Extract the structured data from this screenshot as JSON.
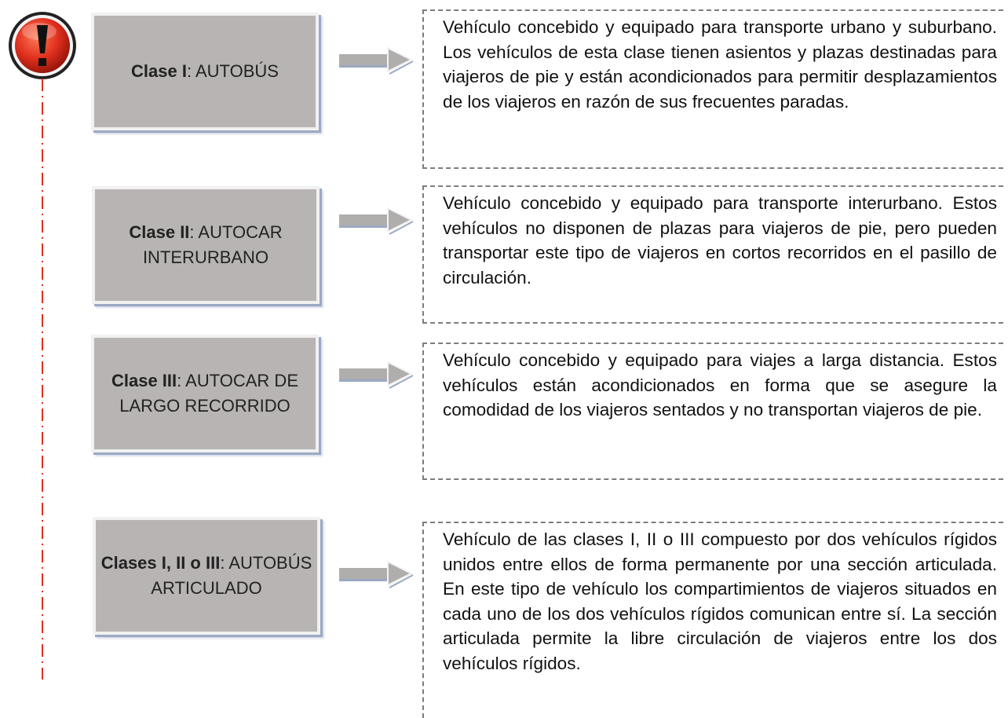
{
  "items": [
    {
      "class_label": "Clase I",
      "class_rest": ": AUTOBÚS",
      "description": "Vehículo concebido y equipado para transporte urbano y suburbano. Los vehículos de esta clase tienen asientos y plazas destinadas para viajeros de pie y están acondicionados para permitir desplazamientos de los viajeros en razón de sus frecuentes paradas."
    },
    {
      "class_label": "Clase II",
      "class_rest": ": AUTOCAR INTERURBANO",
      "description": "Vehículo concebido y equipado para transporte interurbano. Estos vehículos no disponen de plazas para viajeros de pie, pero pueden transportar este tipo de viajeros en cortos recorridos en el pasillo de circulación."
    },
    {
      "class_label": "Clase III",
      "class_rest": ": AUTOCAR DE LARGO RECORRIDO",
      "description": "Vehículo concebido y equipado para viajes a larga distancia. Estos vehículos están acondicionados en forma que se asegure la comodidad de los viajeros sentados y no transportan viajeros de pie."
    },
    {
      "class_label": "Clases I, II o III",
      "class_rest": ": AUTOBÚS ARTICULADO",
      "description": "Vehículo de las clases I, II o III compuesto por dos vehículos rígidos unidos entre ellos de forma permanente por una sección articulada. En este tipo de vehículo los compartimientos de viajeros situados en cada uno de los dos vehículos rígidos comunican entre sí. La sección articulada permite la libre circulación de viajeros entre los dos vehículos rígidos."
    }
  ],
  "colors": {
    "box_fill": "#b7b4b3",
    "warning_red": "#e0301e",
    "timeline_red": "#e0301e",
    "dashed_border": "#7d7d7d"
  },
  "icons": {
    "warning": "exclamation-warning-icon",
    "arrow": "right-arrow-icon"
  }
}
